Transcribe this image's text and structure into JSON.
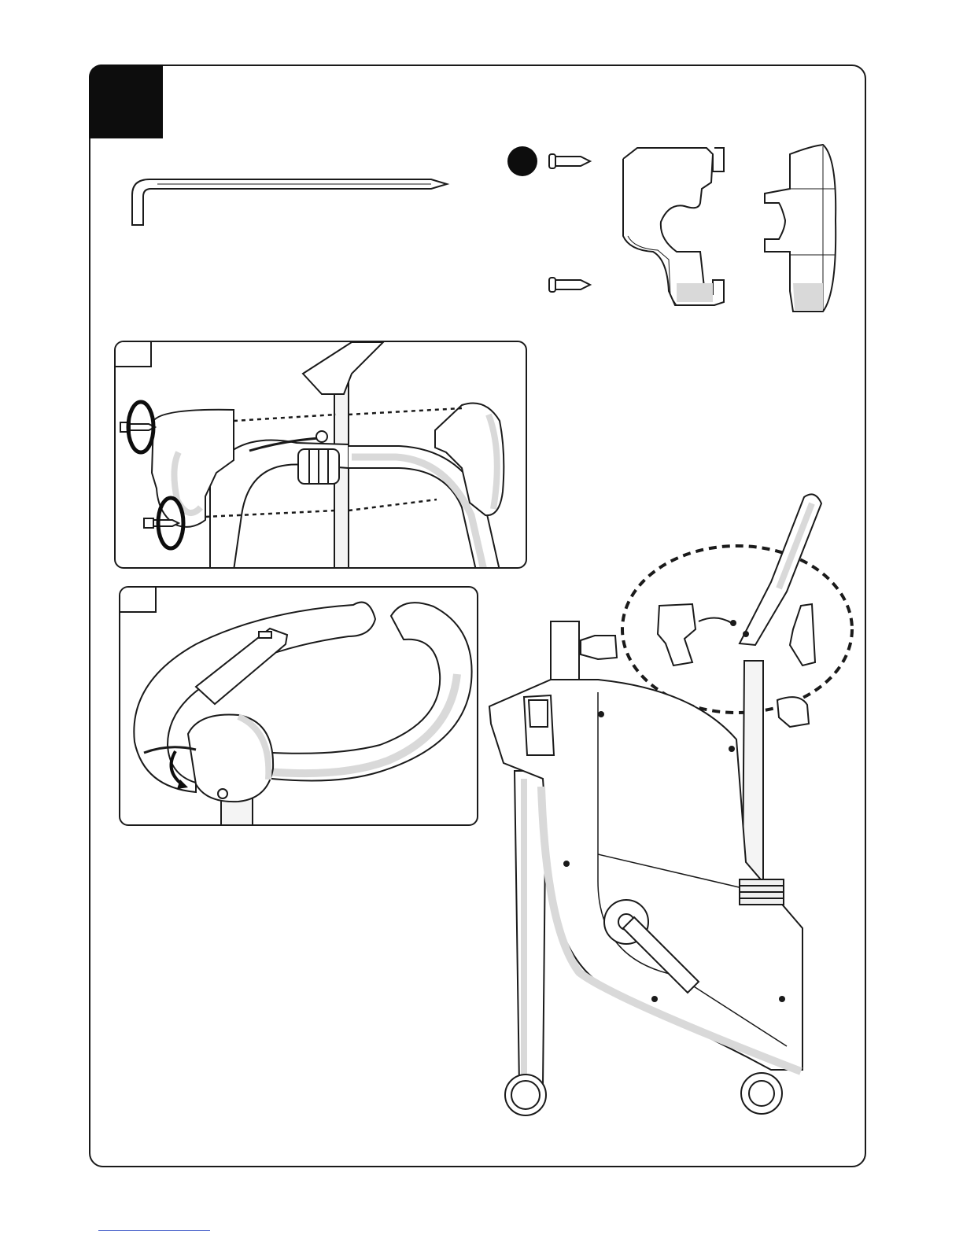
{
  "page": {
    "step_number": "",
    "panel_a_label": "",
    "panel_b_label": ""
  },
  "parts": {
    "hex_key": "hex-key-icon",
    "screw_marker": "screw-bullet",
    "cover_front": "handlebar-cover-front",
    "cover_back": "handlebar-cover-back"
  },
  "colors": {
    "ink": "#1a1a1a",
    "shade": "#d9d9d9",
    "paper": "#ffffff"
  }
}
